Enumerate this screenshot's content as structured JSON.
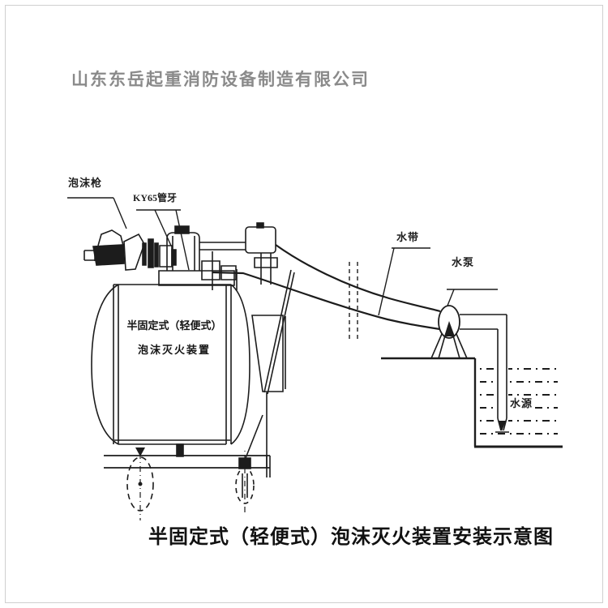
{
  "header": {
    "company": "山东东岳起重消防设备制造有限公司"
  },
  "diagram": {
    "labels": {
      "foam_gun": "泡沫枪",
      "pipe_thread": "KY65管牙",
      "water_hose": "水带",
      "water_pump": "水泵",
      "water_source": "水源"
    },
    "tank_label": {
      "line1": "半固定式（轻便式）",
      "line2": "泡沫灭火装置"
    }
  },
  "footer": {
    "caption": "半固定式（轻便式）泡沫灭火装置安装示意图"
  },
  "colors": {
    "line": "#1c1c1c",
    "title_gray": "#8a8a8a",
    "caption": "#111111",
    "page_border": "#d0d0d0"
  }
}
